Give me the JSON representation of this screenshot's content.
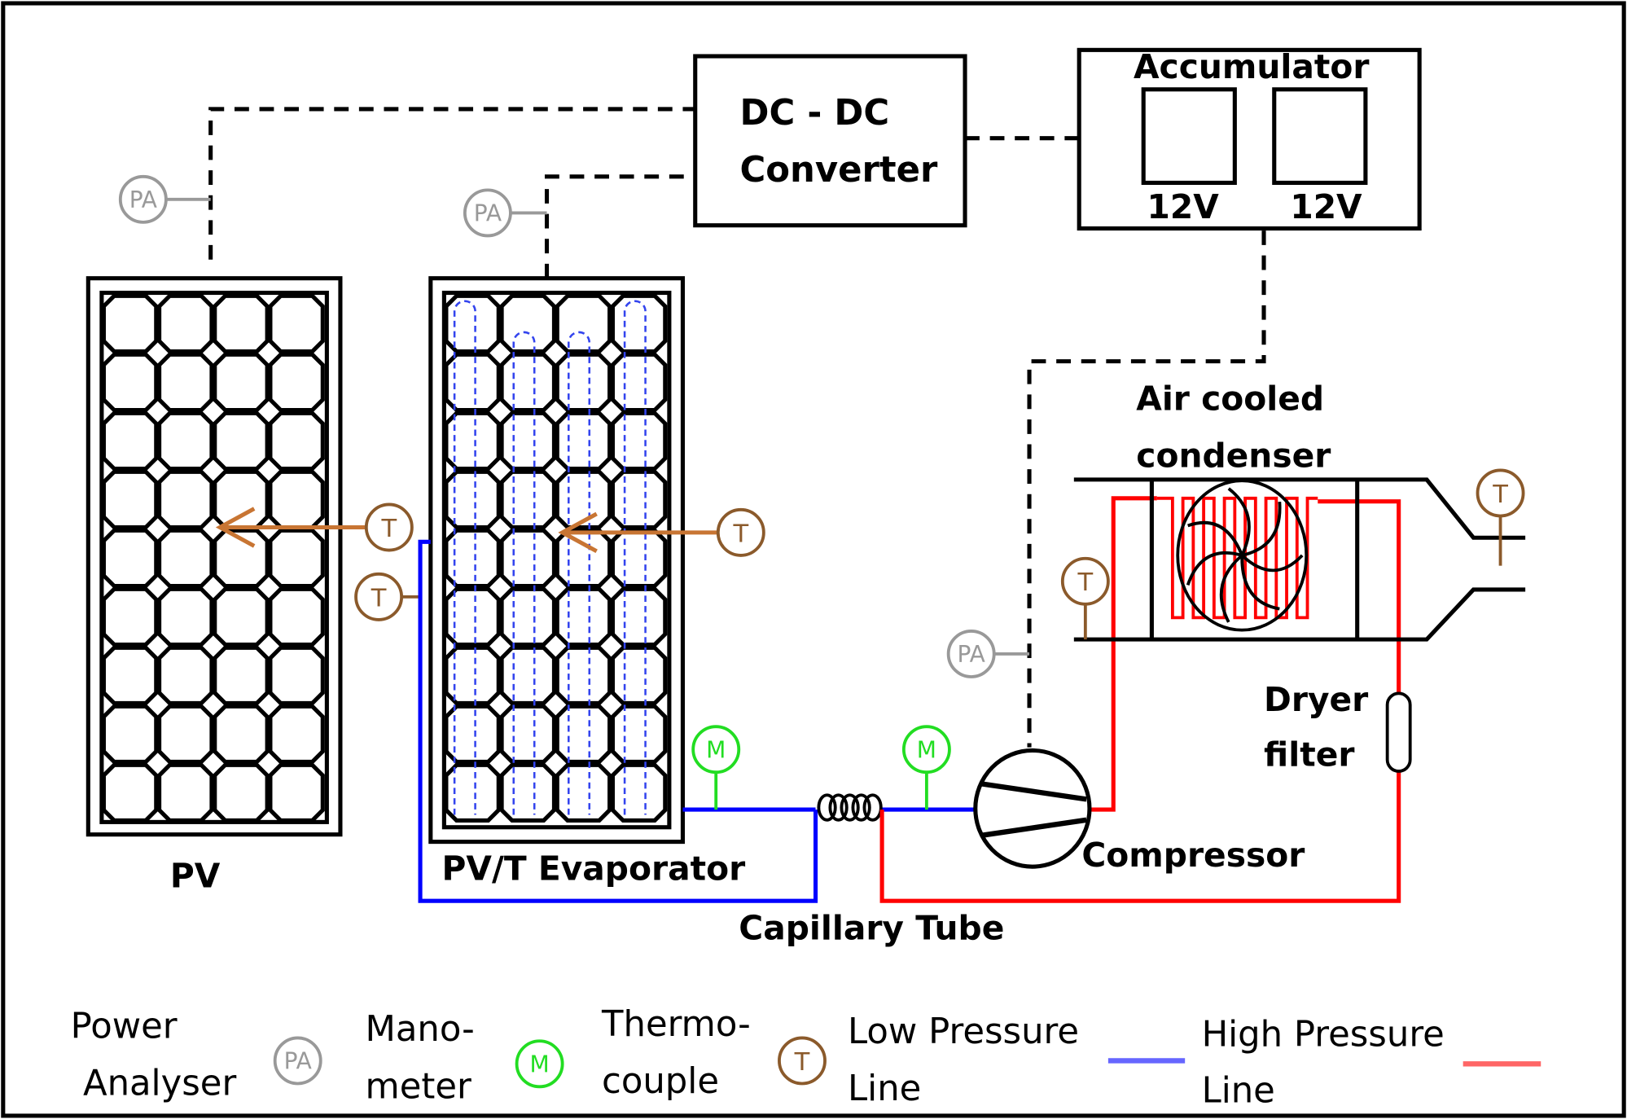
{
  "diagram": {
    "components": {
      "pv": "PV",
      "pvt": "PV/T Evaporator",
      "dcdc_line1": "DC - DC",
      "dcdc_line2": "Converter",
      "accumulator": "Accumulator",
      "battery1": "12V",
      "battery2": "12V",
      "condenser_line1": "Air cooled",
      "condenser_line2": "condenser",
      "dryer_line1": "Dryer",
      "dryer_line2": "filter",
      "compressor": "Compressor",
      "capillary": "Capillary Tube"
    },
    "symbols": {
      "power_analyser": "PA",
      "manometer": "M",
      "thermocouple": "T"
    },
    "colors": {
      "low_pressure": "#0000ff",
      "high_pressure": "#ff0000",
      "thermocouple": "#8B5A2B",
      "manometer": "#22dd22",
      "power_analyser": "#999999"
    },
    "legend": {
      "power_analyser": [
        "Power",
        "Analyser"
      ],
      "manometer": [
        "Mano-",
        "meter"
      ],
      "thermocouple": [
        "Thermo-",
        "couple"
      ],
      "low_pressure": [
        "Low Pressure",
        "Line"
      ],
      "high_pressure": [
        "High Pressure",
        "Line"
      ]
    }
  }
}
